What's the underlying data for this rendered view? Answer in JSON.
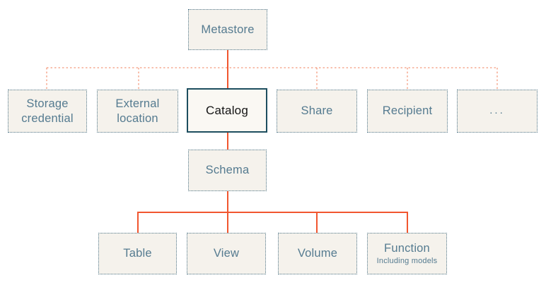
{
  "colors": {
    "background": "#ffffff",
    "box_fill": "#f5f2ec",
    "catalog_fill": "#faf8f3",
    "dotted_border": "#4e7589",
    "catalog_border": "#1d4e5f",
    "label_text": "#557b90",
    "catalog_text": "#141414",
    "connector_solid": "#f1562f",
    "connector_dashed": "#f49b7e"
  },
  "nodes": {
    "metastore": {
      "label": "Metastore"
    },
    "storage_credential": {
      "label": "Storage credential"
    },
    "external_location": {
      "label": "External location"
    },
    "catalog": {
      "label": "Catalog"
    },
    "share": {
      "label": "Share"
    },
    "recipient": {
      "label": "Recipient"
    },
    "more": {
      "label": "..."
    },
    "schema": {
      "label": "Schema"
    },
    "table": {
      "label": "Table"
    },
    "view": {
      "label": "View"
    },
    "volume": {
      "label": "Volume"
    },
    "function": {
      "label": "Function",
      "sublabel": "Including models"
    }
  }
}
